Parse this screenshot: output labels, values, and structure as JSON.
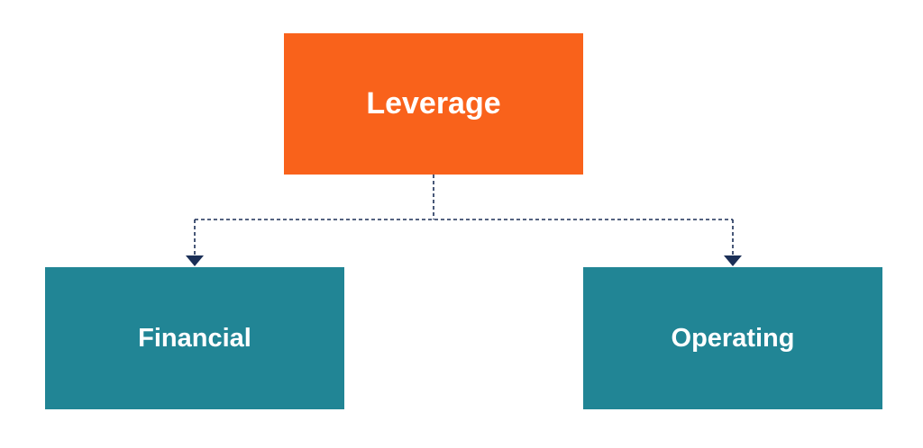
{
  "diagram": {
    "root": {
      "label": "Leverage",
      "color": "#f9621b"
    },
    "children": [
      {
        "label": "Financial",
        "color": "#218595"
      },
      {
        "label": "Operating",
        "color": "#218595"
      }
    ],
    "connector_color": "#1b2f57",
    "connector_style": "dashed"
  }
}
